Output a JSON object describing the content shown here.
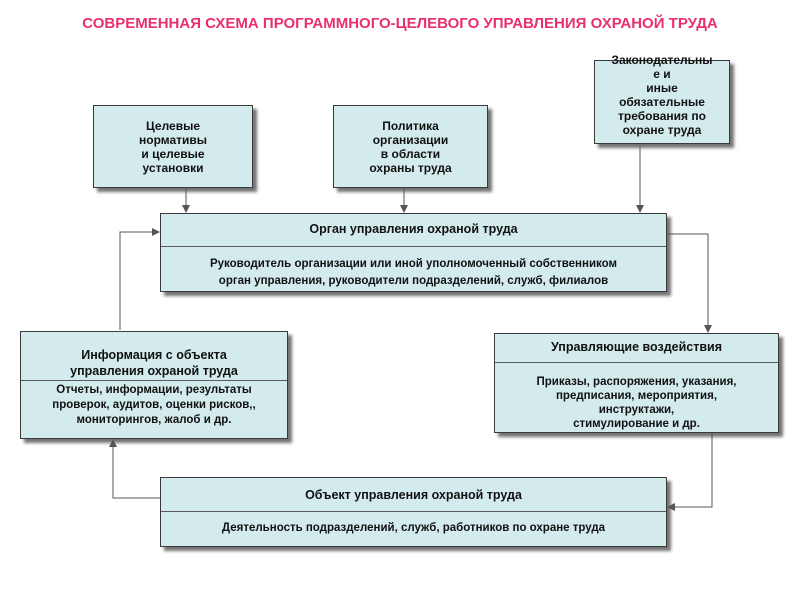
{
  "title": "СОВРЕМЕННАЯ  СХЕМА ПРОГРАММНОГО-ЦЕЛЕВОГО УПРАВЛЕНИЯ ОХРАНОЙ ТРУДА",
  "inputs": {
    "targets": "Целевые\nнормативы\n и целевые\nустановки",
    "policy": "Политика\nорганизации\nв области\nохраны труда",
    "legal": "Законодательны\nе и\nиные\nобязательные\nтребования по\nохране труда"
  },
  "management_body": {
    "heading": "Орган управления охраной труда",
    "body": "Руководитель организации или иной уполномоченный собственником\nорган управления, руководители подразделений, служб, филиалов"
  },
  "information": {
    "heading": "Информация с объекта\nуправления охраной труда",
    "body": "Отчеты, информации, результаты\nпроверок, аудитов, оценки рисков,,\nмониторингов, жалоб и др."
  },
  "controls": {
    "heading": "Управляющие воздействия",
    "body": "Приказы, распоряжения, указания,\nпредписания, мероприятия,\nинструктажи,\nстимулирование и др."
  },
  "object": {
    "heading": "Объект управления охраной труда",
    "body": "Деятельность подразделений, служб, работников по охране труда"
  },
  "colors": {
    "title": "#e8316a",
    "box_fill": "#d4ebed",
    "arrow": "#555555"
  }
}
